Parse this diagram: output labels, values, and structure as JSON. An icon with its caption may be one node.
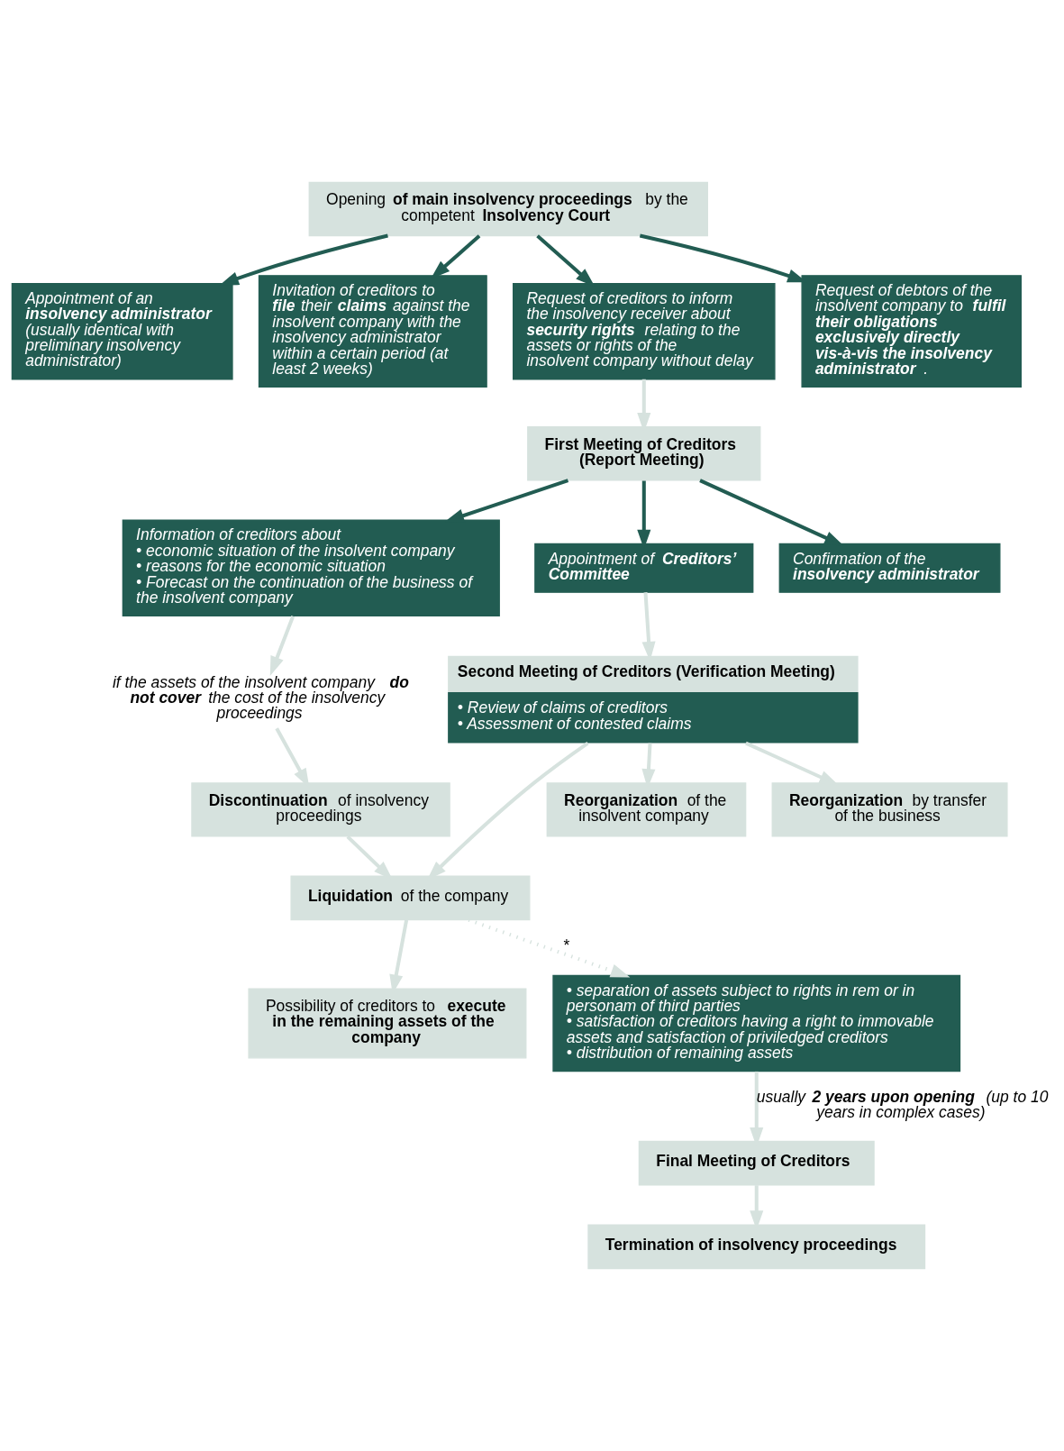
{
  "diagram": {
    "nodes": [
      {
        "text": [
          "Opening **of main insolvency proceedings** by the competent **Insolvency Court**"
        ]
      },
      {
        "text": [
          "Appointment of an **insolvency administrator** (usually identical with preliminary insolvency administrator)"
        ]
      },
      {
        "text": [
          "Invitation of creditors to **file** their **claims** against the insolvent company with the insolvency administrator within a certain period (at least 2 weeks)"
        ]
      },
      {
        "text": [
          "Request of creditors to inform the insolvency receiver about **security rights** relating to the assets or rights of the insolvent company without delay"
        ]
      },
      {
        "text": [
          "Request of debtors of the insolvent company to **fulfil their obligations exclusively directly vis-à-vis the insolvency administrator**."
        ]
      },
      {
        "text": [
          "**First Meeting of Creditors (Report Meeting)**"
        ]
      },
      {
        "text": [
          "Information of creditors about",
          "• economic situation of the insolvent company",
          "• reasons for the economic situation",
          "• Forecast on the continuation of the business of the insolvent company"
        ]
      },
      {
        "text": [
          "Appointment of **Creditors’ Committee**"
        ]
      },
      {
        "text": [
          "Confirmation of the **insolvency administrator**"
        ]
      },
      {
        "text": [
          "if the assets of the insolvent company **do not cover** the cost of the insolvency proceedings"
        ]
      },
      {
        "text": [
          "**Discontinuation** of insolvency proceedings"
        ]
      },
      {
        "text": [
          "**Liquidation** of the company"
        ]
      },
      {
        "text": [
          "Possibility of creditors to **execute in the remaining assets of the company**"
        ]
      },
      {
        "text": [
          "**Second Meeting of Creditors (Verification Meeting)**",
          "• Review of claims of creditors",
          "• Assessment of contested claims"
        ]
      },
      {
        "text": [
          "**Reorganization** of the insolvent company"
        ]
      },
      {
        "text": [
          "**Reorganization** by transfer of the business"
        ]
      },
      {
        "text": [
          "• separation of assets subject to rights in rem or in personam of third parties",
          "• satisfaction of creditors having a right to immovable assets and satisfaction of priviledged creditors",
          "• distribution of remaining assets"
        ]
      },
      {
        "text": [
          "**Final Meeting of Creditors**"
        ]
      },
      {
        "text": [
          "**Termination of insolvency proceedings**"
        ]
      }
    ],
    "edges": [
      {
        "from": 0,
        "to": 1,
        "arrow": "to",
        "color": "#225c52"
      },
      {
        "from": 0,
        "to": 2,
        "arrow": "to",
        "color": "#225c52"
      },
      {
        "from": 0,
        "to": 3,
        "arrow": "to",
        "color": "#225c52"
      },
      {
        "from": 0,
        "to": 4,
        "arrow": "to",
        "color": "#225c52"
      },
      {
        "from": 3,
        "to": 5,
        "arrow": "to"
      },
      {
        "from": 5,
        "to": 6,
        "arrow": "to",
        "color": "#225c52"
      },
      {
        "from": 5,
        "to": 7,
        "arrow": "to",
        "color": "#225c52"
      },
      {
        "from": 5,
        "to": 8,
        "arrow": "to",
        "color": "#225c52"
      },
      {
        "from": 6,
        "to": 9,
        "arrow": "to"
      },
      {
        "from": 7,
        "to": 13,
        "arrow": "to"
      },
      {
        "from": 9,
        "to": 10,
        "arrow": "to"
      },
      {
        "from": 10,
        "to": 11,
        "arrow": "to"
      },
      {
        "from": 11,
        "to": 12,
        "arrow": "to"
      },
      {
        "from": 13,
        "to": 14,
        "arrow": "to"
      },
      {
        "from": 13,
        "to": 15,
        "arrow": "to"
      },
      {
        "from": 13,
        "to": 11,
        "arrow": "to"
      },
      {
        "from": 11,
        "to": 16,
        "arrow": "to",
        "style": "dashed",
        "label": "*"
      },
      {
        "from": 16,
        "to": 17,
        "arrow": "to",
        "label": "usually **2 years upon opening** (up to 10 years in complex cases)"
      },
      {
        "from": 17,
        "to": 18,
        "arrow": "to"
      }
    ]
  }
}
